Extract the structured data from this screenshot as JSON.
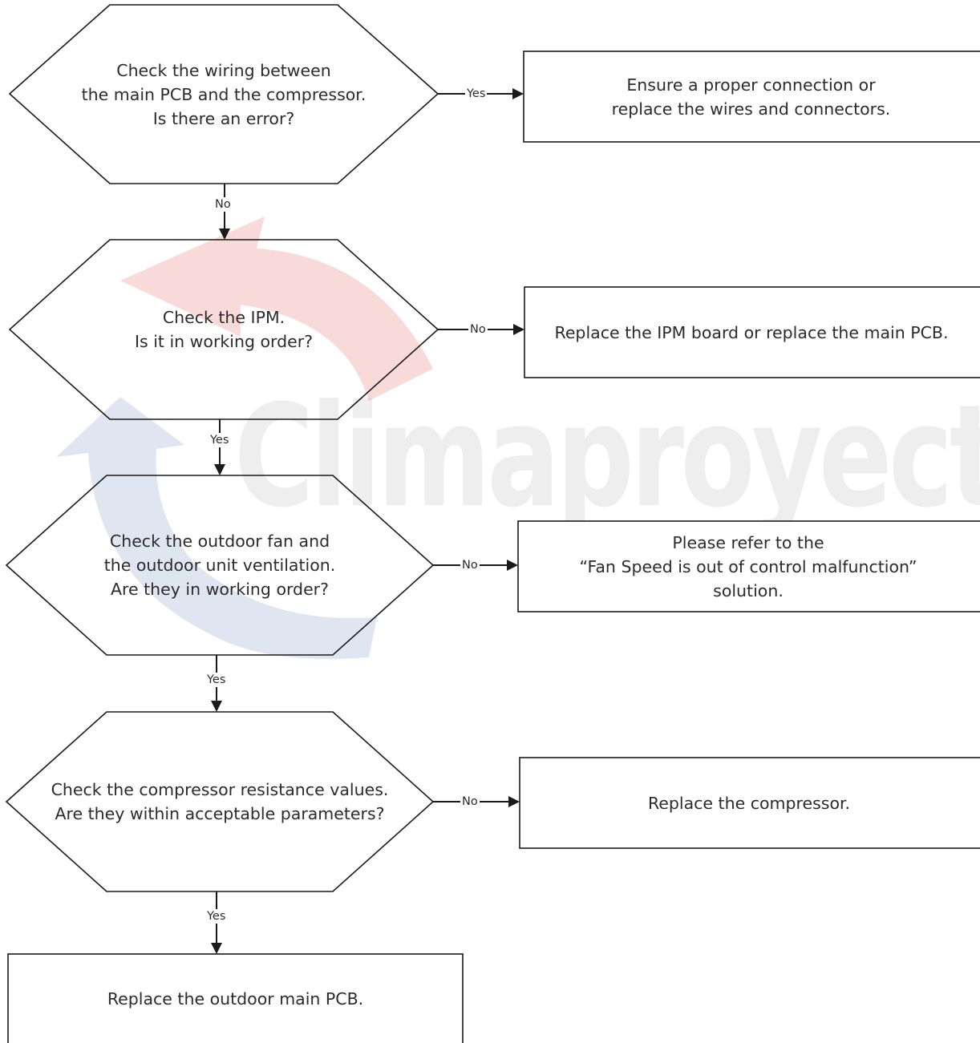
{
  "watermark": {
    "text": "Climaproyectos",
    "colors": [
      "#d9332e",
      "#3a62ad",
      "#8c8c8c"
    ]
  },
  "decisions": [
    {
      "id": "d1",
      "lines": [
        "Check the wiring between",
        "the main PCB and the compressor.",
        "Is there an error?"
      ]
    },
    {
      "id": "d2",
      "lines": [
        "Check the IPM.",
        "Is it in working order?"
      ]
    },
    {
      "id": "d3",
      "lines": [
        "Check the outdoor fan and",
        "the outdoor unit ventilation.",
        "Are they in working order?"
      ]
    },
    {
      "id": "d4",
      "lines": [
        "Check the compressor resistance values.",
        "Are they within acceptable parameters?"
      ]
    }
  ],
  "actions": [
    {
      "id": "a1",
      "lines": [
        "Ensure a proper connection or",
        "replace the wires and connectors."
      ]
    },
    {
      "id": "a2",
      "lines": [
        "Replace the IPM board or replace the main PCB."
      ]
    },
    {
      "id": "a3",
      "lines": [
        "Please refer to the",
        "“Fan Speed is out of control malfunction”",
        "solution."
      ]
    },
    {
      "id": "a4",
      "lines": [
        "Replace the compressor."
      ]
    },
    {
      "id": "a5",
      "lines": [
        "Replace the outdoor main PCB."
      ]
    }
  ],
  "edges": [
    {
      "from": "d1",
      "to": "a1",
      "label": "Yes"
    },
    {
      "from": "d1",
      "to": "d2",
      "label": "No"
    },
    {
      "from": "d2",
      "to": "a2",
      "label": "No"
    },
    {
      "from": "d2",
      "to": "d3",
      "label": "Yes"
    },
    {
      "from": "d3",
      "to": "a3",
      "label": "No"
    },
    {
      "from": "d3",
      "to": "d4",
      "label": "Yes"
    },
    {
      "from": "d4",
      "to": "a4",
      "label": "No"
    },
    {
      "from": "d4",
      "to": "a5",
      "label": "Yes"
    }
  ]
}
